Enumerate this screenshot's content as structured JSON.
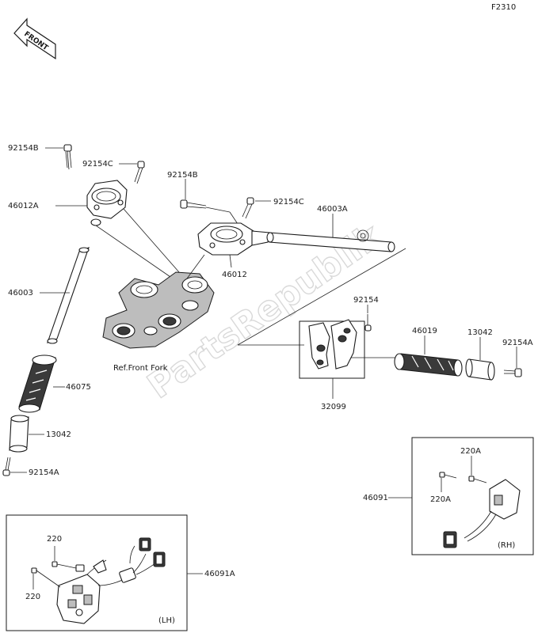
{
  "figure_code": "F2310",
  "front_label": "FRONT",
  "watermark": "PartsRepublik",
  "labels": {
    "p92154B_left": "92154B",
    "p92154C_left": "92154C",
    "p46012A": "46012A",
    "p46003": "46003",
    "p46075": "46075",
    "p13042_left": "13042",
    "p92154A_left": "92154A",
    "p92154B_right": "92154B",
    "p92154C_right": "92154C",
    "p46003A": "46003A",
    "p46012": "46012",
    "ref_front_fork": "Ref.Front Fork",
    "p92154": "92154",
    "p46019": "46019",
    "p13042_right": "13042",
    "p92154A_right": "92154A",
    "p32099": "32099",
    "p220A_top": "220A",
    "p220A_bottom": "220A",
    "p46091": "46091",
    "rh": "(RH)",
    "p220_top": "220",
    "p220_bottom": "220",
    "p46091A": "46091A",
    "lh": "(LH)"
  }
}
